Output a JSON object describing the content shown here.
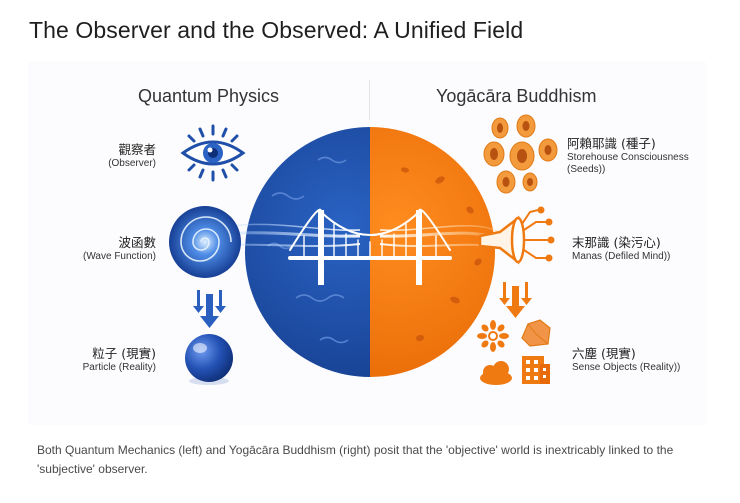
{
  "title": "The Observer and the Observed: A Unified Field",
  "left_column": {
    "heading": "Quantum Physics",
    "items": [
      {
        "cjk": "觀察者",
        "en": "(Observer)"
      },
      {
        "cjk": "波函數",
        "en": "(Wave Function)"
      },
      {
        "cjk": "粒子 (現實)",
        "en": "Particle (Reality)"
      }
    ]
  },
  "right_column": {
    "heading": "Yogācāra Buddhism",
    "items": [
      {
        "cjk": "阿賴耶識 (種子)",
        "en": "Storehouse Consciousness",
        "en2": "(Seeds))"
      },
      {
        "cjk": "末那識 (染污心)",
        "en": "Manas (Defiled Mind))"
      },
      {
        "cjk": "六塵 (現實)",
        "en": "Sense Objects (Reality))"
      }
    ]
  },
  "caption": "Both Quantum Mechanics (left) and Yogācāra Buddhism (right) posit that the 'objective' world is inextricably linked to the 'subjective' observer.",
  "colors": {
    "quantum_blue": "#1f4fa8",
    "yogacara_orange": "#f07a12",
    "background": "#ffffff"
  },
  "icons": [
    "eye-icon",
    "wave-spiral-icon",
    "particle-sphere-icon",
    "bridge-icon",
    "seeds-icon",
    "horn-icon",
    "flower-icon",
    "rock-icon",
    "cloud-icon",
    "building-icon"
  ]
}
